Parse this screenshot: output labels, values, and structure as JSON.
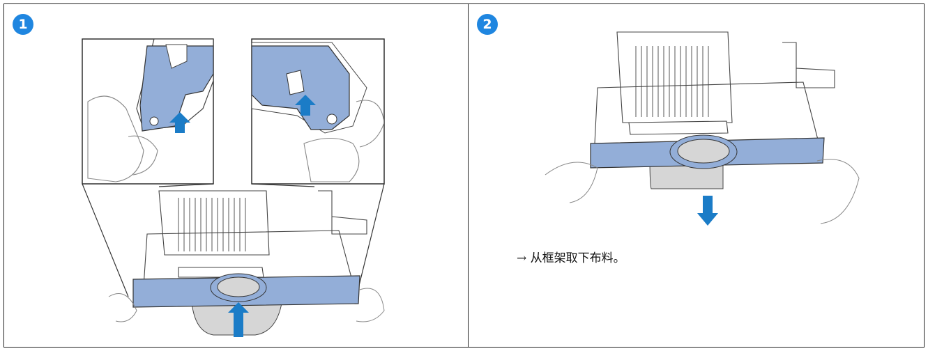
{
  "steps": [
    {
      "number": "1"
    },
    {
      "number": "2",
      "instruction": "→ 从框架取下布料。"
    }
  ],
  "colors": {
    "frame_blue": "#93aed8",
    "arrow_blue": "#1b7cc7",
    "badge_blue": "#1f86e0",
    "fabric_gray": "#d6d6d6",
    "line_gray": "#4a4a4a"
  }
}
